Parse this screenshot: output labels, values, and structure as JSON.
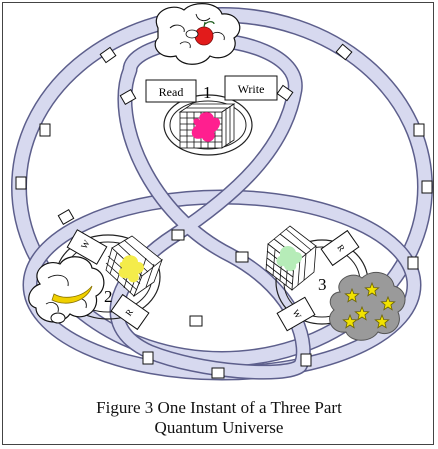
{
  "caption": {
    "line1": "Figure 3 One Instant of a Three Part",
    "line2": "Quantum Universe"
  },
  "nodes": [
    {
      "number": "1",
      "read_label": "Read",
      "write_label": "Write",
      "agent_icon": "apple-brain-icon",
      "blob_color": "#ff1f8f"
    },
    {
      "number": "2",
      "read_label": "R",
      "write_label": "W",
      "agent_icon": "banana-brain-icon",
      "blob_color": "#f4ec4a"
    },
    {
      "number": "3",
      "read_label": "R",
      "write_label": "W",
      "agent_icon": "stars-cloud-icon",
      "blob_color": "#b6ecb8"
    }
  ],
  "colors": {
    "band_fill": "#d7d9ef",
    "band_edge": "#5d5f8c",
    "apple": "#e21b1b",
    "banana": "#f0d000",
    "star": "#f2e300",
    "cloud": "#9a9a9a"
  }
}
